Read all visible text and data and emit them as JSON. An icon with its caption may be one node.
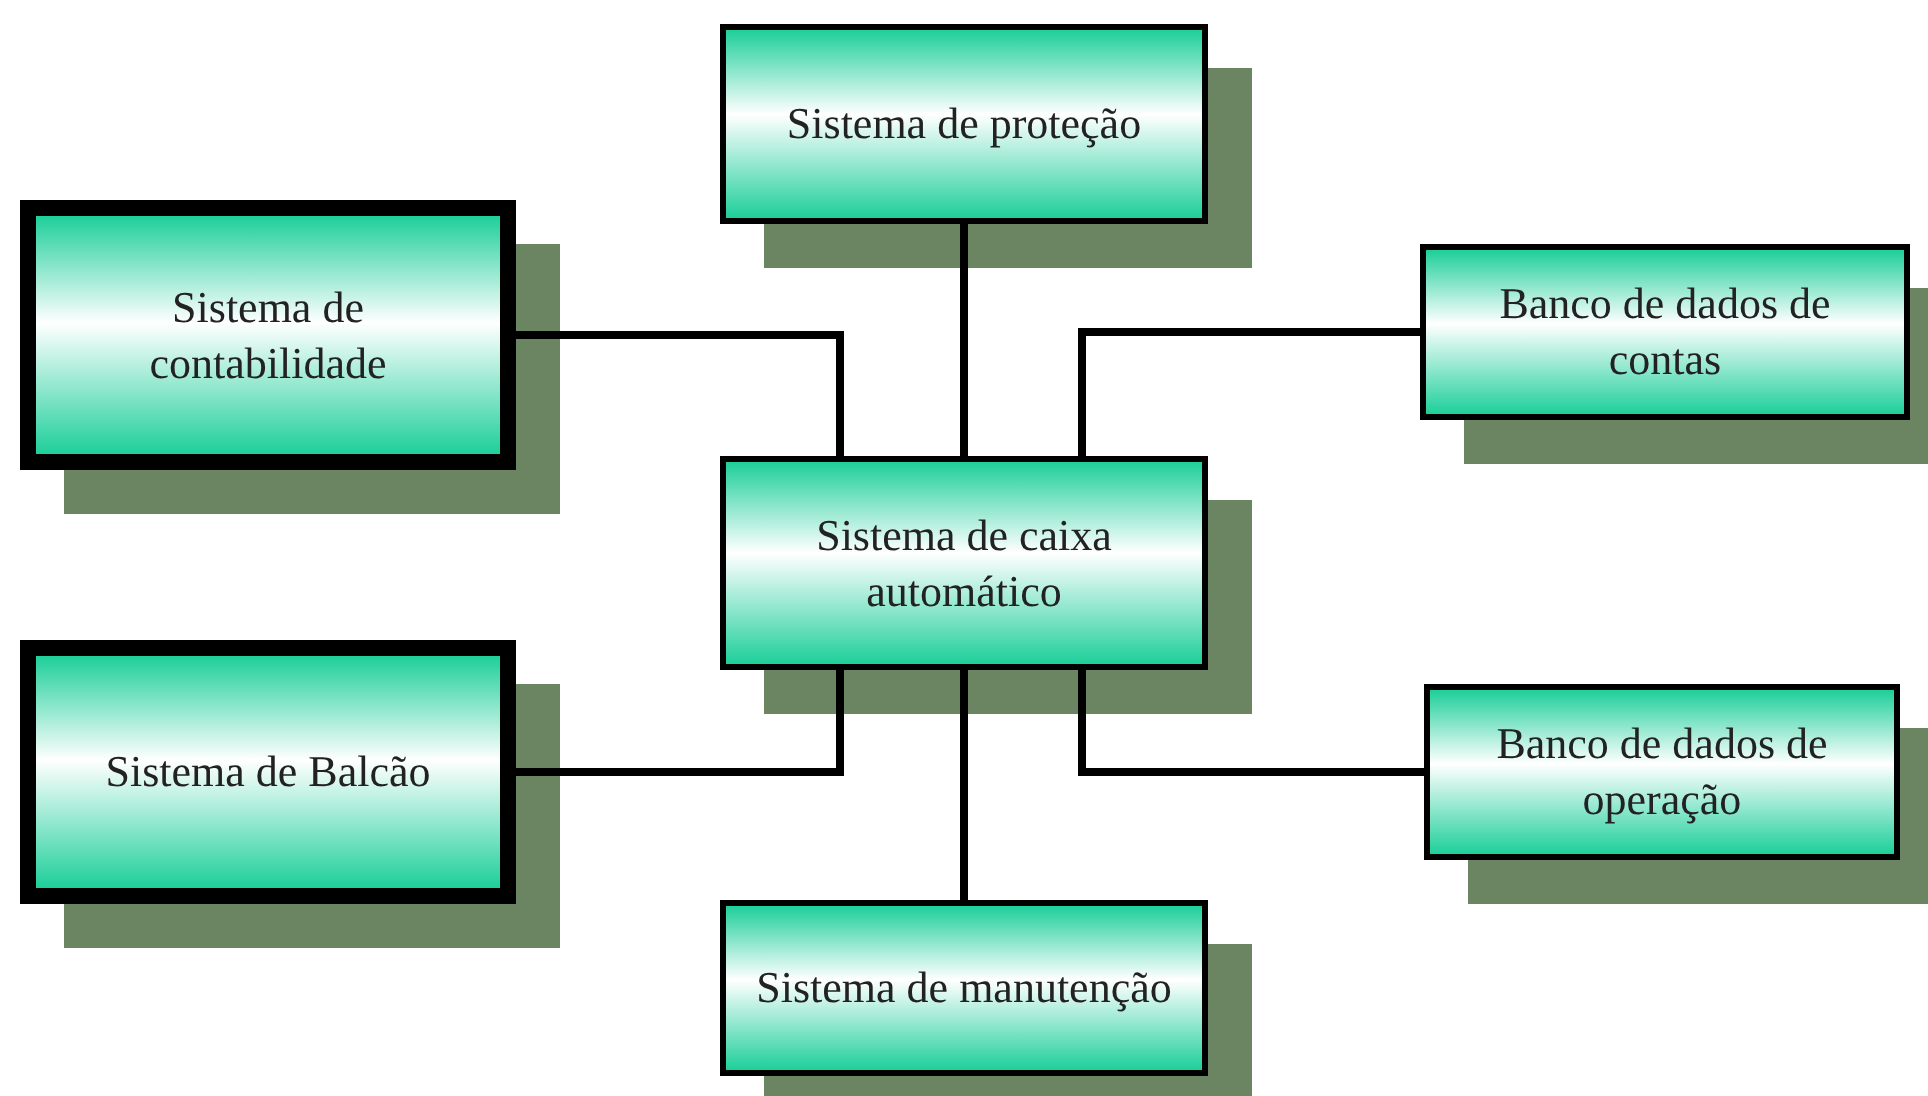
{
  "diagram": {
    "nodes": [
      {
        "text": [
          "Sistema de proteção"
        ]
      },
      {
        "text": [
          "Sistema de contabilidade"
        ]
      },
      {
        "text": [
          "Banco de dados de contas"
        ]
      },
      {
        "text": [
          "Sistema de caixa automático"
        ]
      },
      {
        "text": [
          "Sistema de Balcão"
        ]
      },
      {
        "text": [
          "Banco de dados de operação"
        ]
      },
      {
        "text": [
          "Sistema de manutenção"
        ]
      }
    ],
    "edges": [
      {
        "from": 3,
        "to": 0,
        "arrow": "none"
      },
      {
        "from": 3,
        "to": 1,
        "arrow": "none"
      },
      {
        "from": 3,
        "to": 2,
        "arrow": "none"
      },
      {
        "from": 3,
        "to": 4,
        "arrow": "none"
      },
      {
        "from": 3,
        "to": 5,
        "arrow": "none"
      },
      {
        "from": 3,
        "to": 6,
        "arrow": "none"
      }
    ]
  }
}
